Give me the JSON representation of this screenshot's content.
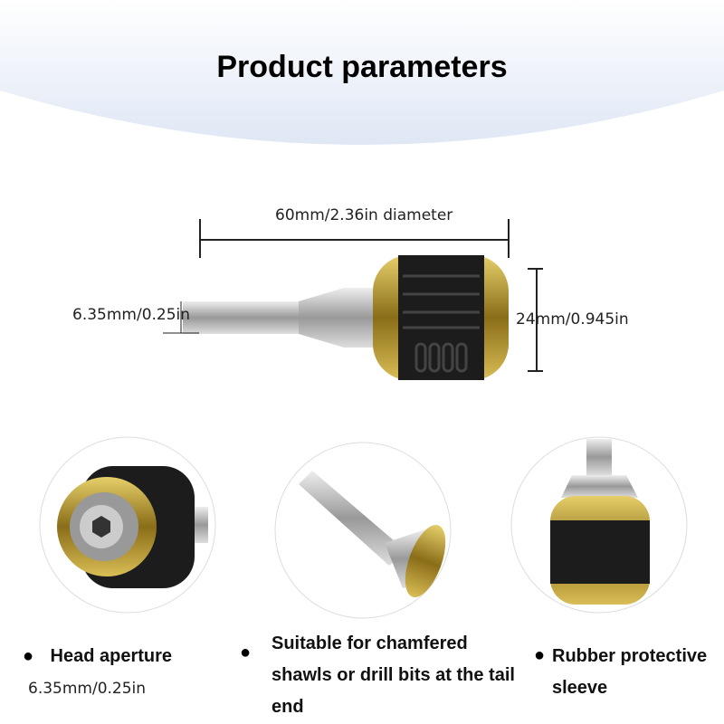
{
  "title": "Product parameters",
  "dimensions": {
    "length": "60mm/2.36in diameter",
    "hex": "6.35mm/0.25in",
    "diameter": "24mm/0.945in"
  },
  "features": [
    {
      "bullet": "●",
      "label": "Head aperture",
      "sub": "6.35mm/0.25in"
    },
    {
      "bullet": "●",
      "label": "Suitable for chamfered shawls or drill bits at the tail end"
    },
    {
      "bullet": "●",
      "label": "Rubber protective sleeve"
    }
  ],
  "colors": {
    "header": "#e8eef8",
    "gold": "#b8962a",
    "rubber": "#1a1a1a",
    "steel": "#b5b5b5"
  }
}
